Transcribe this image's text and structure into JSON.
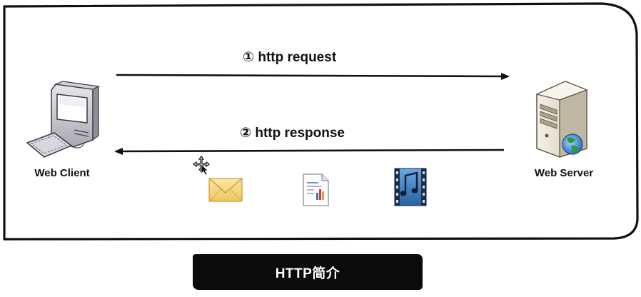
{
  "nodes": {
    "client_label": "Web Client",
    "server_label": "Web Server"
  },
  "arrows": {
    "request_label": "① http request",
    "response_label": "② http response"
  },
  "payload_icons": [
    "mail-icon",
    "document-chart-icon",
    "music-film-icon"
  ],
  "title": "HTTP简介",
  "colors": {
    "frame": "#111111",
    "arrow": "#111111",
    "title_bg": "#0b0b0b",
    "title_text": "#ffffff",
    "envelope": "#f2d27a",
    "globe": "#2f9a3a"
  }
}
